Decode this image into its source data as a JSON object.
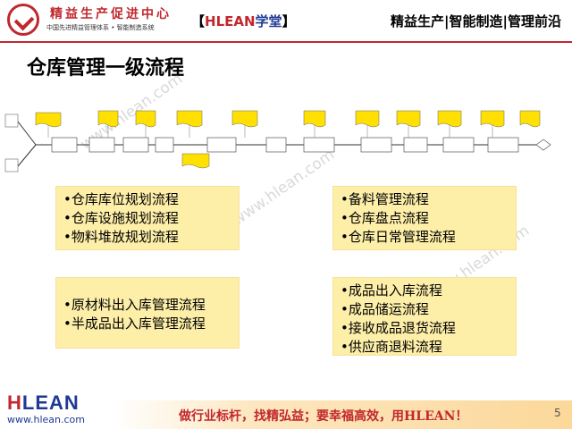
{
  "header": {
    "brand_name": "精益生产促进中心",
    "brand_sub": "中国先进精益管理体系 • 智能制造系统",
    "center_open": "【",
    "center_h": "H",
    "center_lean": "LEAN",
    "center_tang": "学堂",
    "center_close": "】",
    "right": "精益生产|智能制造|管理前沿"
  },
  "title": "仓库管理一级流程",
  "boxes": {
    "box1": [
      "仓库库位规划流程",
      "仓库设施规划流程",
      "物料堆放规划流程"
    ],
    "box2": [
      "备料管理流程",
      "仓库盘点流程",
      "仓库日常管理流程"
    ],
    "box3": [
      "原材料出入库管理流程",
      "半成品出入库管理流程"
    ],
    "box4": [
      "成品出入库流程",
      "成品储运流程",
      "接收成品退货流程",
      "供应商退料流程"
    ]
  },
  "watermark": "www.hlean.com",
  "footer": {
    "logo_h": "H",
    "logo_rest": "LEAN",
    "url": "www.hlean.com",
    "slogan": "做行业标杆，找精弘益；要幸福高效，用HLEAN！",
    "page_number": "5"
  },
  "colors": {
    "brand_red": "#c0282e",
    "brand_blue": "#1f3a93",
    "box_fill": "#fdeea8",
    "doc_fill": "#ffe000"
  }
}
